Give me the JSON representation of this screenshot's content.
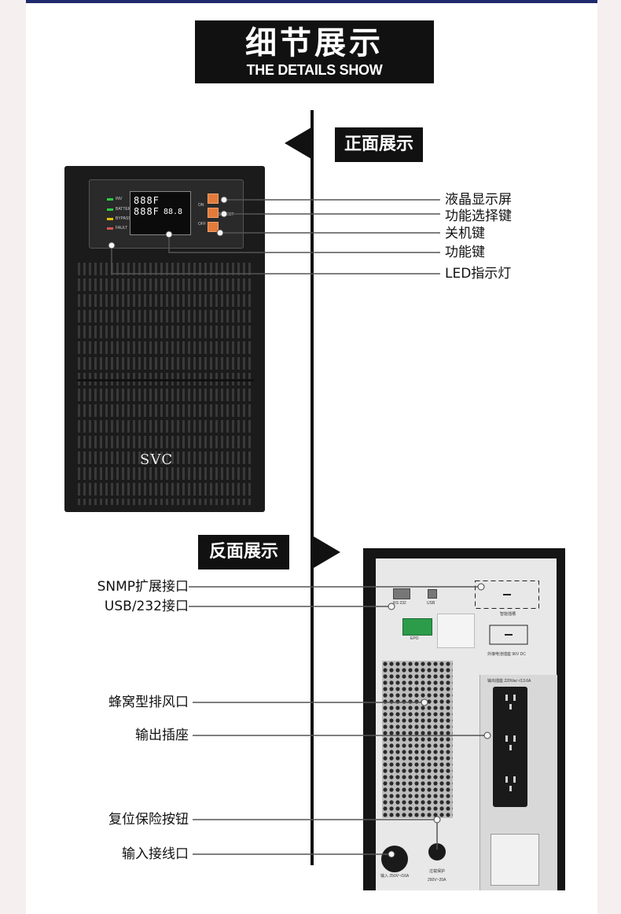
{
  "header": {
    "title_cn": "细节展示",
    "title_en": "THE DETAILS SHOW"
  },
  "front_section": {
    "tag": "正面展示",
    "labels": [
      "液晶显示屏",
      "功能选择键",
      "关机键",
      "功能键",
      "LED指示灯"
    ],
    "unit": {
      "brand": "SVC",
      "led_labels": [
        "INV",
        "BATTERY",
        "BYPASS",
        "FAULT"
      ],
      "lcd_line1": "888F 888F",
      "lcd_line2": "88.8",
      "button_labels": [
        "ON",
        "SELECT",
        "OFF"
      ]
    }
  },
  "back_section": {
    "tag": "反面展示",
    "labels": [
      "SNMP扩展接口",
      "USB/232接口",
      "蜂窝型排风口",
      "输出插座",
      "复位保险按钮",
      "输入接线口"
    ],
    "unit": {
      "port_labels": [
        "RS 232",
        "USB"
      ],
      "epo_label": "EPO",
      "outlet_header": "输出插座 220Vac~/13.6A",
      "input_label": "输入 250V~/16A",
      "breaker_label": "过载保护",
      "breaker_rating": "250V~20A",
      "snmp_note": "智能插槽",
      "battery_note": "外接电池插座 96V DC"
    }
  },
  "colors": {
    "title_bg": "#111111",
    "accent_orange": "#e27b3b",
    "led_green": "#2ecc40",
    "led_yellow": "#e6c200",
    "led_red": "#d9534f",
    "top_line": "#1f2a6e"
  }
}
